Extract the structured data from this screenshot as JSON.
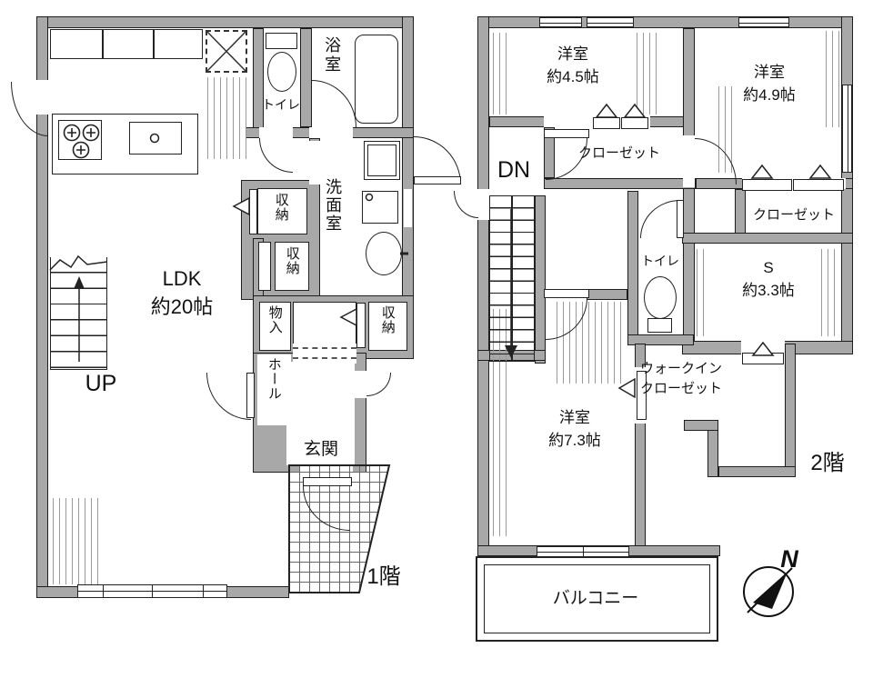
{
  "floor1": {
    "label": "1階",
    "ldk": "LDK\n約20帖",
    "up": "UP",
    "entrance": "玄関",
    "hall": "ホール",
    "toilet": "トイレ",
    "bath": "浴室",
    "washroom": "洗面室",
    "storage": "収納",
    "closet_small": "物入"
  },
  "floor2": {
    "label": "2階",
    "dn": "DN",
    "room45": "洋室\n約4.5帖",
    "room49": "洋室\n約4.9帖",
    "room73": "洋室\n約7.3帖",
    "service_room": "S\n約3.3帖",
    "closet": "クローゼット",
    "walk_in_closet": "ウォークイン\nクローゼット",
    "toilet": "トイレ",
    "balcony": "バルコニー"
  },
  "compass": {
    "north": "N"
  },
  "colors": {
    "wall": "#a8a8a8",
    "line": "#222222",
    "background": "#ffffff"
  }
}
